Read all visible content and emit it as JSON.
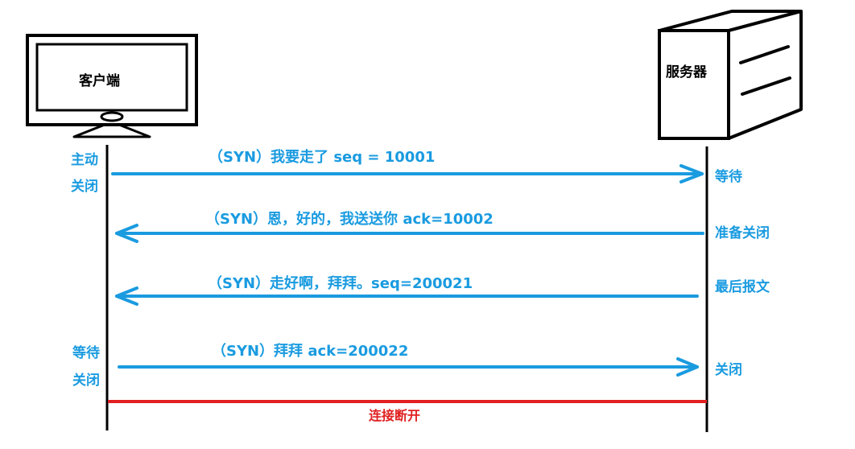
{
  "client": {
    "label": "客户端"
  },
  "server": {
    "label": "服务器"
  },
  "client_states": {
    "active_close_line1": "主动",
    "active_close_line2": "关闭",
    "wait_close_line1": "等待",
    "wait_close_line2": "关闭"
  },
  "server_states": {
    "waiting": "等待",
    "prepare_close": "准备关闭",
    "last_packet": "最后报文",
    "closed": "关闭"
  },
  "messages": [
    {
      "label": "（SYN）我要走了  seq = 10001",
      "direction": "client-to-server"
    },
    {
      "label": "（SYN）恩，好的，我送送你 ack=10002",
      "direction": "server-to-client"
    },
    {
      "label": "（SYN）走好啊，拜拜。seq=200021",
      "direction": "server-to-client"
    },
    {
      "label": "（SYN）拜拜 ack=200022",
      "direction": "client-to-server"
    }
  ],
  "disconnect": {
    "label": "连接断开"
  },
  "colors": {
    "arrow": "#1a9be0",
    "disconnect": "#e02020",
    "outline": "#000000"
  }
}
